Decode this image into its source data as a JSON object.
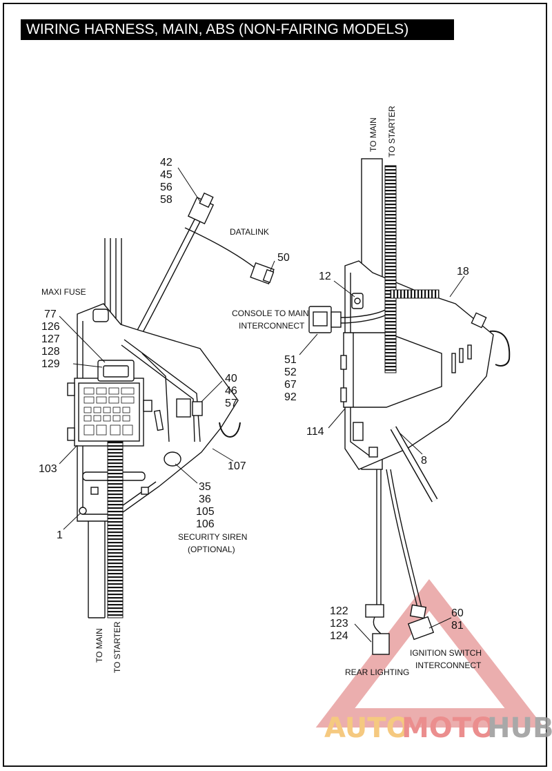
{
  "title": "WIRING HARNESS, MAIN, ABS (NON-FAIRING MODELS)",
  "left_view": {
    "callouts": {
      "c42": "42",
      "c45": "45",
      "c56": "56",
      "c58": "58",
      "c50": "50",
      "c77": "77",
      "c126": "126",
      "c127": "127",
      "c128": "128",
      "c129": "129",
      "c40": "40",
      "c46": "46",
      "c57": "57",
      "c107": "107",
      "c103": "103",
      "c35": "35",
      "c36": "36",
      "c105": "105",
      "c106": "106",
      "c1": "1"
    },
    "labels": {
      "datalink": "DATALINK",
      "maxi_fuse": "MAXI FUSE",
      "security_siren": "SECURITY SIREN",
      "optional": "(OPTIONAL)",
      "to_main": "TO MAIN",
      "to_starter": "TO STARTER"
    }
  },
  "right_view": {
    "callouts": {
      "c12": "12",
      "c18": "18",
      "c51": "51",
      "c52": "52",
      "c67": "67",
      "c92": "92",
      "c114": "114",
      "c8": "8",
      "c122": "122",
      "c123": "123",
      "c124": "124",
      "c60": "60",
      "c81": "81"
    },
    "labels": {
      "console_to_main": "CONSOLE TO MAIN",
      "interconnect": "INTERCONNECT",
      "to_main": "TO MAIN",
      "to_starter": "TO STARTER",
      "rear_lighting": "REAR LIGHTING",
      "ignition_switch": "IGNITION SWITCH",
      "ignition_interconnect": "INTERCONNECT"
    }
  },
  "watermark": {
    "auto": "AUTO",
    "moto": "MOTO",
    "hub": "HUB"
  }
}
